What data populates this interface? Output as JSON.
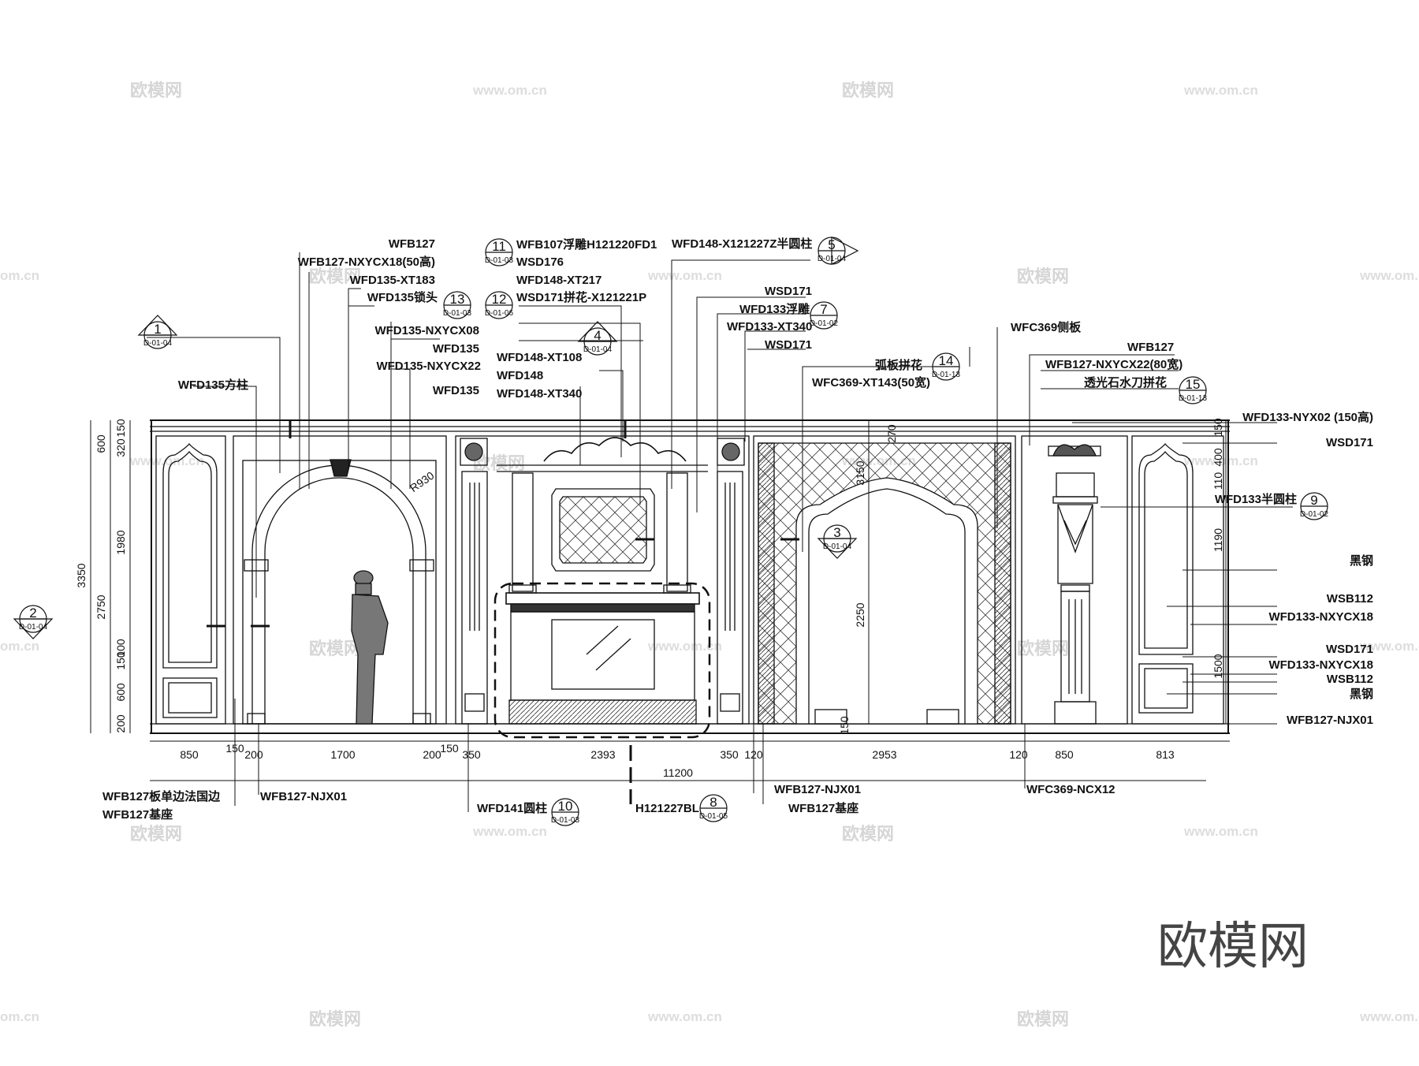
{
  "brand": "欧模网",
  "watermark_cn": "欧模网",
  "watermark_url": "www.om.cn",
  "watermark_url_short": "om.cn",
  "labels_top_left": [
    "WFB127",
    "WFB127-NXYCX18(50高)",
    "WFD135-XT183",
    "WFD135锁头",
    "WFD135-NXYCX08",
    "WFD135",
    "WFD135-NXYCX22",
    "WFD135",
    "WFD135方柱"
  ],
  "labels_top_center": [
    "WFB107浮雕H121220FD1",
    "WSD176",
    "WFD148-XT217",
    "WSD171拼花-X121221P",
    "WFD148-XT108",
    "WFD148",
    "WFD148-XT340",
    "WFD148-X121227Z半圆柱",
    "WSD171",
    "WFD133浮雕",
    "WFD133-XT340",
    "WSD171"
  ],
  "labels_top_right": [
    "WFC369侧板",
    "弧板拼花",
    "WFC369-XT143(50宽)",
    "WFB127",
    "WFB127-NXYCX22(80宽)",
    "透光石水刀拼花"
  ],
  "labels_right": [
    "WFD133-NYX02 (150高)",
    "WSD171",
    "WFD133半圆柱",
    "黑钢",
    "WSB112",
    "WFD133-NXYCX18",
    "WSD171",
    "WFD133-NXYCX18",
    "WSB112",
    "黑钢",
    "WFB127-NJX01"
  ],
  "labels_bottom": [
    "WFB127板单边法国边",
    "WFB127基座",
    "WFB127-NJX01",
    "WFD141圆柱",
    "H121227BL",
    "WFB127-NJX01",
    "WFB127基座",
    "WFC369-NCX12"
  ],
  "callouts": [
    {
      "num": "1",
      "sheet": "D-01-04"
    },
    {
      "num": "2",
      "sheet": "D-01-04"
    },
    {
      "num": "3",
      "sheet": "D-01-04"
    },
    {
      "num": "4",
      "sheet": "D-01-04"
    },
    {
      "num": "5",
      "sheet": "D-01-04"
    },
    {
      "num": "7",
      "sheet": "D-01-02"
    },
    {
      "num": "8",
      "sheet": "D-01-05"
    },
    {
      "num": "9",
      "sheet": "D-01-02"
    },
    {
      "num": "10",
      "sheet": "D-01-03"
    },
    {
      "num": "11",
      "sheet": "D-01-03"
    },
    {
      "num": "12",
      "sheet": "D-01-06"
    },
    {
      "num": "13",
      "sheet": "D-01-03"
    },
    {
      "num": "14",
      "sheet": "D-01-13"
    },
    {
      "num": "15",
      "sheet": "D-01-13"
    }
  ],
  "dims_bottom": [
    "850",
    "150",
    "200",
    "1700",
    "200",
    "150",
    "350",
    "2393",
    "350",
    "120",
    "2953",
    "120",
    "850",
    "813"
  ],
  "dim_total": "11200",
  "dims_left_a": [
    "150",
    "320",
    "1980",
    "100",
    "150",
    "600",
    "200"
  ],
  "dims_left_b": [
    "600",
    "2750"
  ],
  "dim_left_total": "3350",
  "dims_center": [
    "270",
    "3150",
    "2250",
    "150"
  ],
  "dim_arch_radius": "R930",
  "dims_right": [
    "150",
    "400",
    "110",
    "1190",
    "1500"
  ]
}
